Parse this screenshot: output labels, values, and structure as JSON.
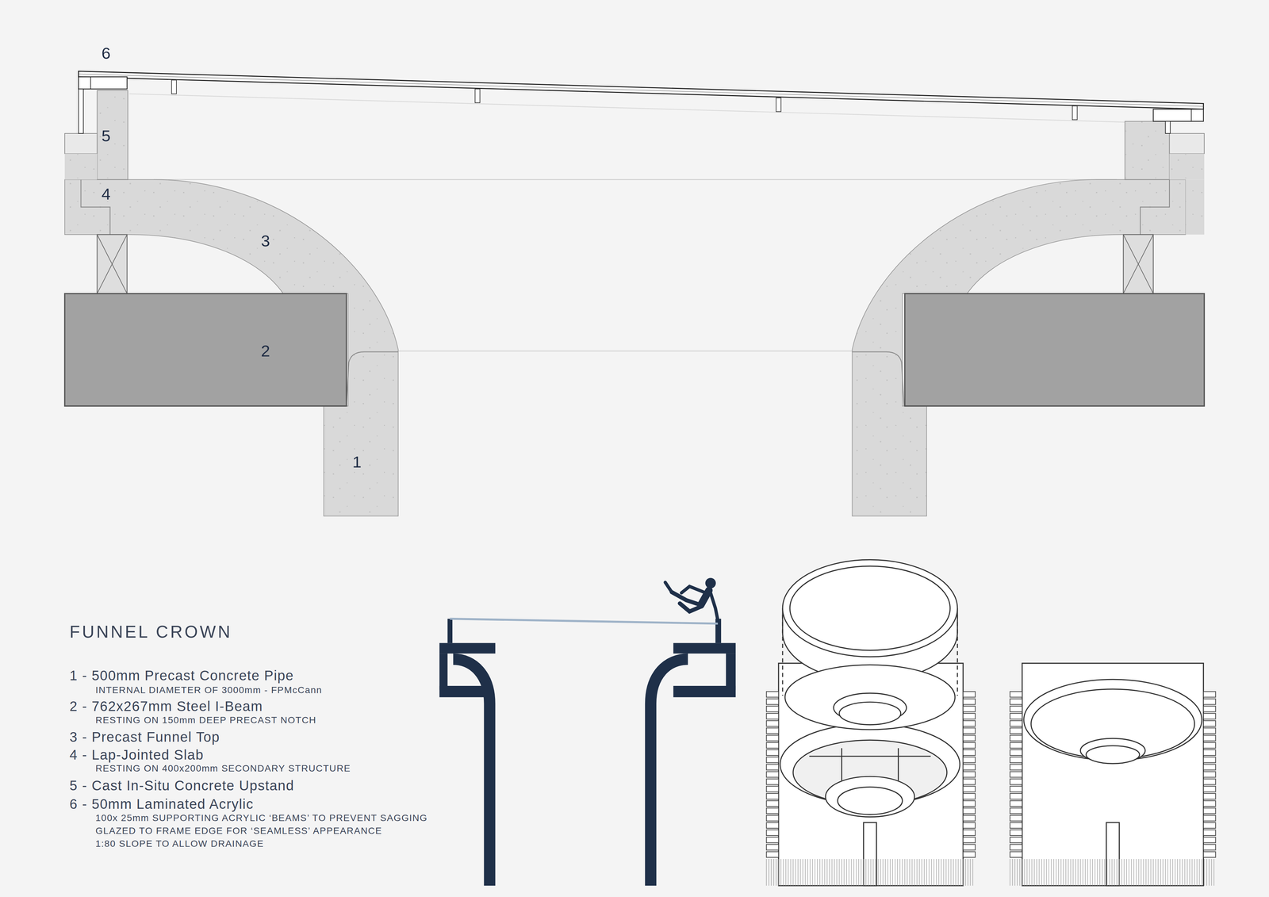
{
  "diagram": {
    "title": "FUNNEL CROWN",
    "labels": [
      "6",
      "5",
      "4",
      "3",
      "2",
      "1",
      "1 - 500mm Precast Concrete Pipe",
      "INTERNAL DIAMETER OF 3000mm - FPMcCann",
      "2 - 762x267mm Steel I-Beam",
      "RESTING ON 150mm DEEP PRECAST NOTCH",
      "3 - Precast Funnel Top",
      "4 - Lap-Jointed Slab",
      "RESTING ON 400x200mm SECONDARY STRUCTURE",
      "5 - Cast In-Situ Concrete Upstand",
      "6 - 50mm Laminated Acrylic",
      "100x 25mm SUPPORTING ACRYLIC ‘BEAMS’ TO PREVENT SAGGING",
      "GLAZED TO FRAME EDGE FOR ‘SEAMLESS’ APPEARANCE",
      "1:80 SLOPE TO ALLOW DRAINAGE"
    ]
  }
}
